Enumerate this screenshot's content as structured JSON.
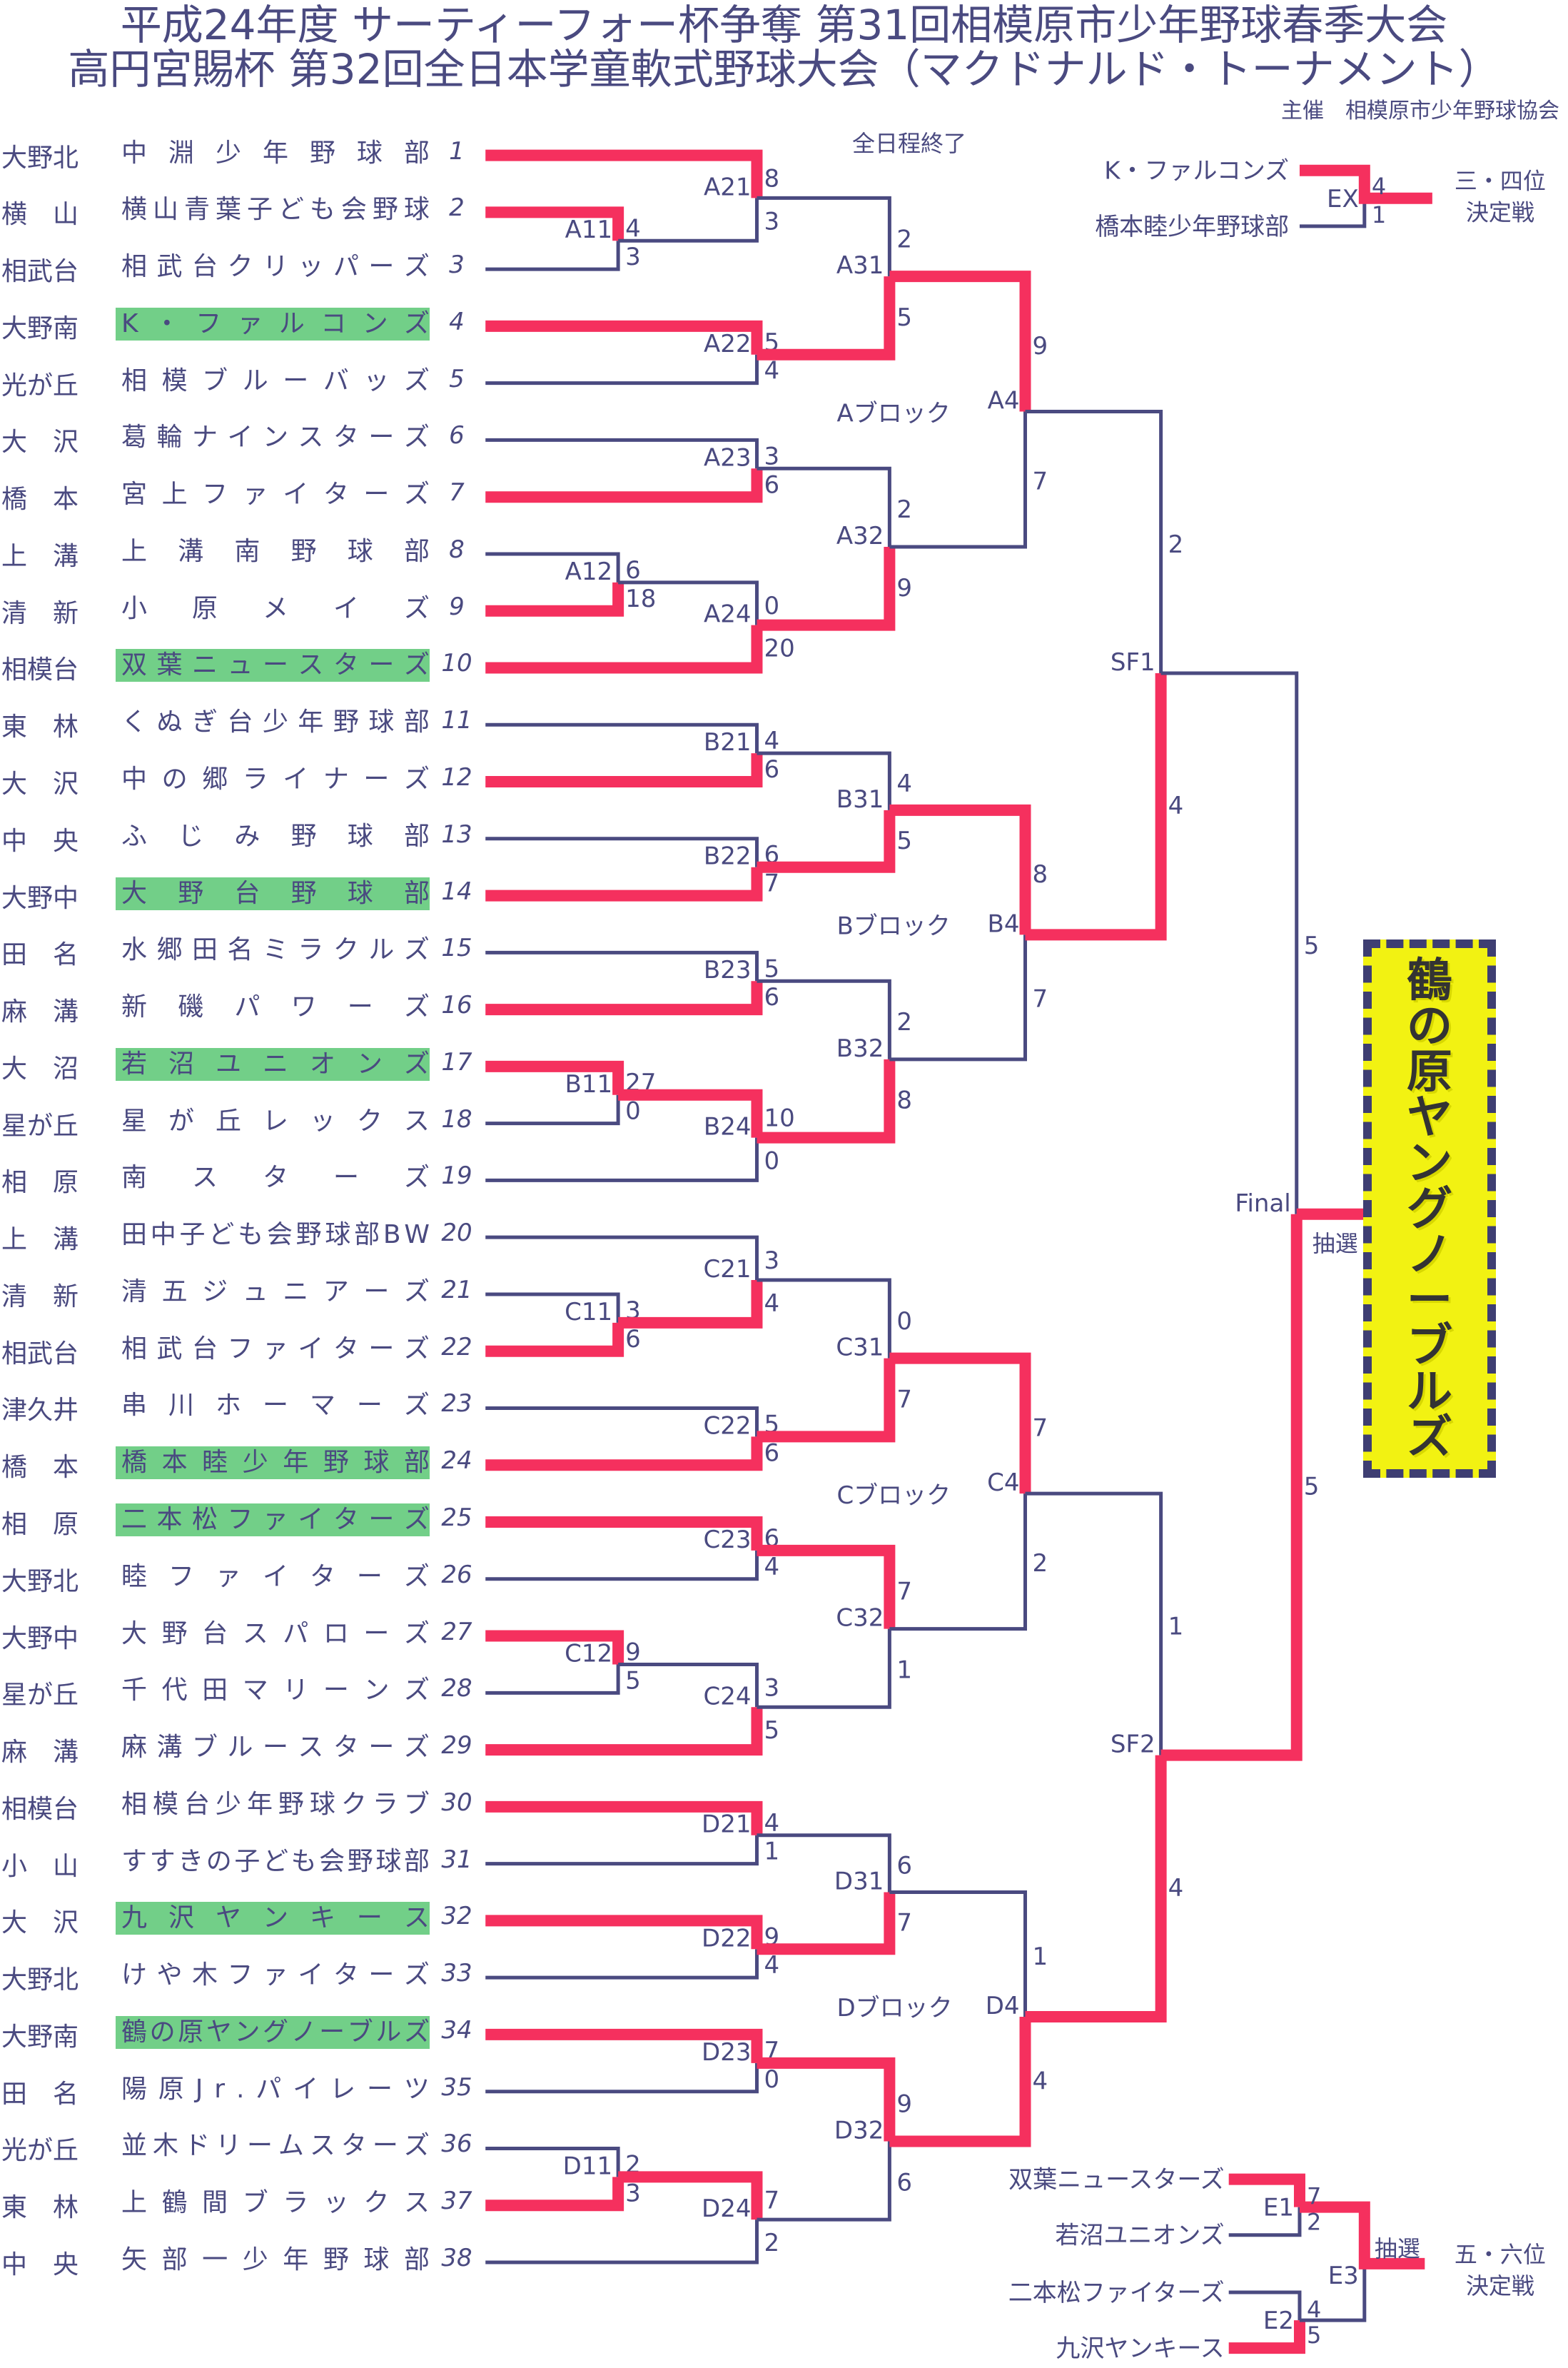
{
  "header": {
    "title_line1": "平成24年度 サーティーフォー杯争奪 第31回相模原市少年野球春季大会",
    "title_line2": "高円宮賜杯 第32回全日本学童軟式野球大会（マクドナルド・トーナメント）",
    "organizer": "主催　相模原市少年野球協会",
    "status": "全日程終了"
  },
  "colors": {
    "text": "#4a4a80",
    "winner_line": "#f5305e",
    "highlight": "#72cf88",
    "champion_box": "#f2f212",
    "champion_border": "#3e3e72"
  },
  "teams": [
    {
      "seed": "1",
      "area": "大野北",
      "name": "中淵少年野球部",
      "highlight": false
    },
    {
      "seed": "2",
      "area": "横　山",
      "name": "横山青葉子ども会野球",
      "highlight": false
    },
    {
      "seed": "3",
      "area": "相武台",
      "name": "相武台クリッパーズ",
      "highlight": false
    },
    {
      "seed": "4",
      "area": "大野南",
      "name": "K・ファルコンズ",
      "highlight": true
    },
    {
      "seed": "5",
      "area": "光が丘",
      "name": "相模ブルーバッズ",
      "highlight": false
    },
    {
      "seed": "6",
      "area": "大　沢",
      "name": "葛輪ナインスターズ",
      "highlight": false
    },
    {
      "seed": "7",
      "area": "橋　本",
      "name": "宮上ファイターズ",
      "highlight": false
    },
    {
      "seed": "8",
      "area": "上　溝",
      "name": "上溝南野球部",
      "highlight": false
    },
    {
      "seed": "9",
      "area": "清　新",
      "name": "小原メイズ",
      "highlight": false
    },
    {
      "seed": "10",
      "area": "相模台",
      "name": "双葉ニュースターズ",
      "highlight": true
    },
    {
      "seed": "11",
      "area": "東　林",
      "name": "くぬぎ台少年野球部",
      "highlight": false
    },
    {
      "seed": "12",
      "area": "大　沢",
      "name": "中の郷ライナーズ",
      "highlight": false
    },
    {
      "seed": "13",
      "area": "中　央",
      "name": "ふじみ野球部",
      "highlight": false
    },
    {
      "seed": "14",
      "area": "大野中",
      "name": "大野台野球部",
      "highlight": true
    },
    {
      "seed": "15",
      "area": "田　名",
      "name": "水郷田名ミラクルズ",
      "highlight": false
    },
    {
      "seed": "16",
      "area": "麻　溝",
      "name": "新磯パワーズ",
      "highlight": false
    },
    {
      "seed": "17",
      "area": "大　沼",
      "name": "若沼ユニオンズ",
      "highlight": true
    },
    {
      "seed": "18",
      "area": "星が丘",
      "name": "星が丘レックス",
      "highlight": false
    },
    {
      "seed": "19",
      "area": "相　原",
      "name": "南スターズ",
      "highlight": false
    },
    {
      "seed": "20",
      "area": "上　溝",
      "name": "田中子ども会野球部BW",
      "highlight": false
    },
    {
      "seed": "21",
      "area": "清　新",
      "name": "清五ジュニアーズ",
      "highlight": false
    },
    {
      "seed": "22",
      "area": "相武台",
      "name": "相武台ファイターズ",
      "highlight": false
    },
    {
      "seed": "23",
      "area": "津久井",
      "name": "串川ホーマーズ",
      "highlight": false
    },
    {
      "seed": "24",
      "area": "橋　本",
      "name": "橋本睦少年野球部",
      "highlight": true
    },
    {
      "seed": "25",
      "area": "相　原",
      "name": "二本松ファイターズ",
      "highlight": true
    },
    {
      "seed": "26",
      "area": "大野北",
      "name": "睦ファイターズ",
      "highlight": false
    },
    {
      "seed": "27",
      "area": "大野中",
      "name": "大野台スパローズ",
      "highlight": false
    },
    {
      "seed": "28",
      "area": "星が丘",
      "name": "千代田マリーンズ",
      "highlight": false
    },
    {
      "seed": "29",
      "area": "麻　溝",
      "name": "麻溝ブルースターズ",
      "highlight": false
    },
    {
      "seed": "30",
      "area": "相模台",
      "name": "相模台少年野球クラブ",
      "highlight": false
    },
    {
      "seed": "31",
      "area": "小　山",
      "name": "すすきの子ども会野球部",
      "highlight": false
    },
    {
      "seed": "32",
      "area": "大　沢",
      "name": "九沢ヤンキース",
      "highlight": true
    },
    {
      "seed": "33",
      "area": "大野北",
      "name": "けや木ファイターズ",
      "highlight": false
    },
    {
      "seed": "34",
      "area": "大野南",
      "name": "鶴の原ヤングノーブルズ",
      "highlight": true
    },
    {
      "seed": "35",
      "area": "田　名",
      "name": "陽原Jr.パイレーツ",
      "highlight": false
    },
    {
      "seed": "36",
      "area": "光が丘",
      "name": "並木ドリームスターズ",
      "highlight": false
    },
    {
      "seed": "37",
      "area": "東　林",
      "name": "上鶴間ブラックス",
      "highlight": false
    },
    {
      "seed": "38",
      "area": "中　央",
      "name": "矢部一少年野球部",
      "highlight": false
    }
  ],
  "blocks": [
    {
      "label": "Aブロック"
    },
    {
      "label": "Bブロック"
    },
    {
      "label": "Cブロック"
    },
    {
      "label": "Dブロック"
    }
  ],
  "matches": [
    {
      "id": "A11",
      "top": {
        "seed": 2
      },
      "bottom": {
        "seed": 3
      },
      "score": [
        "4",
        "3"
      ],
      "winner": "top"
    },
    {
      "id": "A12",
      "top": {
        "seed": 8
      },
      "bottom": {
        "seed": 9
      },
      "score": [
        "6",
        "18"
      ],
      "winner": "bottom"
    },
    {
      "id": "A21",
      "top": {
        "seed": 1
      },
      "bottom": {
        "match": "A11"
      },
      "score": [
        "8",
        "3"
      ],
      "winner": "top"
    },
    {
      "id": "A22",
      "top": {
        "seed": 4
      },
      "bottom": {
        "seed": 5
      },
      "score": [
        "5",
        "4"
      ],
      "winner": "top"
    },
    {
      "id": "A23",
      "top": {
        "seed": 6
      },
      "bottom": {
        "seed": 7
      },
      "score": [
        "3",
        "6"
      ],
      "winner": "bottom"
    },
    {
      "id": "A24",
      "top": {
        "match": "A12"
      },
      "bottom": {
        "seed": 10
      },
      "score": [
        "0",
        "20"
      ],
      "winner": "bottom"
    },
    {
      "id": "A31",
      "top": {
        "match": "A21"
      },
      "bottom": {
        "match": "A22"
      },
      "score": [
        "2",
        "5"
      ],
      "winner": "bottom"
    },
    {
      "id": "A32",
      "top": {
        "match": "A23"
      },
      "bottom": {
        "match": "A24"
      },
      "score": [
        "2",
        "9"
      ],
      "winner": "bottom"
    },
    {
      "id": "A4",
      "top": {
        "match": "A31"
      },
      "bottom": {
        "match": "A32"
      },
      "score": [
        "9",
        "7"
      ],
      "winner": "top"
    },
    {
      "id": "B11",
      "top": {
        "seed": 17
      },
      "bottom": {
        "seed": 18
      },
      "score": [
        "27",
        "0"
      ],
      "winner": "top"
    },
    {
      "id": "B21",
      "top": {
        "seed": 11
      },
      "bottom": {
        "seed": 12
      },
      "score": [
        "4",
        "6"
      ],
      "winner": "bottom"
    },
    {
      "id": "B22",
      "top": {
        "seed": 13
      },
      "bottom": {
        "seed": 14
      },
      "score": [
        "6",
        "7"
      ],
      "winner": "bottom"
    },
    {
      "id": "B23",
      "top": {
        "seed": 15
      },
      "bottom": {
        "seed": 16
      },
      "score": [
        "5",
        "6"
      ],
      "winner": "bottom"
    },
    {
      "id": "B24",
      "top": {
        "match": "B11"
      },
      "bottom": {
        "seed": 19
      },
      "score": [
        "10",
        "0"
      ],
      "winner": "top"
    },
    {
      "id": "B31",
      "top": {
        "match": "B21"
      },
      "bottom": {
        "match": "B22"
      },
      "score": [
        "4",
        "5"
      ],
      "winner": "bottom"
    },
    {
      "id": "B32",
      "top": {
        "match": "B23"
      },
      "bottom": {
        "match": "B24"
      },
      "score": [
        "2",
        "8"
      ],
      "winner": "bottom"
    },
    {
      "id": "B4",
      "top": {
        "match": "B31"
      },
      "bottom": {
        "match": "B32"
      },
      "score": [
        "8",
        "7"
      ],
      "winner": "top"
    },
    {
      "id": "C11",
      "top": {
        "seed": 21
      },
      "bottom": {
        "seed": 22
      },
      "score": [
        "3",
        "6"
      ],
      "winner": "bottom"
    },
    {
      "id": "C12",
      "top": {
        "seed": 27
      },
      "bottom": {
        "seed": 28
      },
      "score": [
        "9",
        "5"
      ],
      "winner": "top"
    },
    {
      "id": "C21",
      "top": {
        "seed": 20
      },
      "bottom": {
        "match": "C11"
      },
      "score": [
        "3",
        "4"
      ],
      "winner": "bottom"
    },
    {
      "id": "C22",
      "top": {
        "seed": 23
      },
      "bottom": {
        "seed": 24
      },
      "score": [
        "5",
        "6"
      ],
      "winner": "bottom"
    },
    {
      "id": "C23",
      "top": {
        "seed": 25
      },
      "bottom": {
        "seed": 26
      },
      "score": [
        "6",
        "4"
      ],
      "winner": "top"
    },
    {
      "id": "C24",
      "top": {
        "match": "C12"
      },
      "bottom": {
        "seed": 29
      },
      "score": [
        "3",
        "5"
      ],
      "winner": "bottom"
    },
    {
      "id": "C31",
      "top": {
        "match": "C21"
      },
      "bottom": {
        "match": "C22"
      },
      "score": [
        "0",
        "7"
      ],
      "winner": "bottom"
    },
    {
      "id": "C32",
      "top": {
        "match": "C23"
      },
      "bottom": {
        "match": "C24"
      },
      "score": [
        "7",
        "1"
      ],
      "winner": "top"
    },
    {
      "id": "C4",
      "top": {
        "match": "C31"
      },
      "bottom": {
        "match": "C32"
      },
      "score": [
        "7",
        "2"
      ],
      "winner": "top"
    },
    {
      "id": "D11",
      "top": {
        "seed": 36
      },
      "bottom": {
        "seed": 37
      },
      "score": [
        "2",
        "3"
      ],
      "winner": "bottom"
    },
    {
      "id": "D21",
      "top": {
        "seed": 30
      },
      "bottom": {
        "seed": 31
      },
      "score": [
        "4",
        "1"
      ],
      "winner": "top"
    },
    {
      "id": "D22",
      "top": {
        "seed": 32
      },
      "bottom": {
        "seed": 33
      },
      "score": [
        "9",
        "4"
      ],
      "winner": "top"
    },
    {
      "id": "D23",
      "top": {
        "seed": 34
      },
      "bottom": {
        "seed": 35
      },
      "score": [
        "7",
        "0"
      ],
      "winner": "top"
    },
    {
      "id": "D24",
      "top": {
        "match": "D11"
      },
      "bottom": {
        "seed": 38
      },
      "score": [
        "7",
        "2"
      ],
      "winner": "top"
    },
    {
      "id": "D31",
      "top": {
        "match": "D21"
      },
      "bottom": {
        "match": "D22"
      },
      "score": [
        "6",
        "7"
      ],
      "winner": "bottom"
    },
    {
      "id": "D32",
      "top": {
        "match": "D23"
      },
      "bottom": {
        "match": "D24"
      },
      "score": [
        "9",
        "6"
      ],
      "winner": "top"
    },
    {
      "id": "D4",
      "top": {
        "match": "D31"
      },
      "bottom": {
        "match": "D32"
      },
      "score": [
        "1",
        "4"
      ],
      "winner": "bottom"
    },
    {
      "id": "SF1",
      "top": {
        "match": "A4"
      },
      "bottom": {
        "match": "B4"
      },
      "score": [
        "2",
        "4"
      ],
      "winner": "bottom"
    },
    {
      "id": "SF2",
      "top": {
        "match": "C4"
      },
      "bottom": {
        "match": "D4"
      },
      "score": [
        "1",
        "4"
      ],
      "winner": "bottom"
    },
    {
      "id": "Final",
      "top": {
        "match": "SF1"
      },
      "bottom": {
        "match": "SF2"
      },
      "score": [
        "5",
        "5"
      ],
      "winner": "bottom",
      "note": "抽選"
    }
  ],
  "champion": {
    "name": "鶴の原ヤングノーブルズ"
  },
  "third_place": {
    "match_id": "EX",
    "teams": [
      "K・ファルコンズ",
      "橋本睦少年野球部"
    ],
    "score": [
      "4",
      "1"
    ],
    "winner": "top",
    "label_line1": "三・四位",
    "label_line2": "決定戦"
  },
  "fifth_place": {
    "teams": [
      "双葉ニュースターズ",
      "若沼ユニオンズ",
      "二本松ファイターズ",
      "九沢ヤンキース"
    ],
    "E1": {
      "score": [
        "7",
        "2"
      ],
      "winner": "top"
    },
    "E2": {
      "score": [
        "4",
        "5"
      ],
      "winner": "bottom"
    },
    "E3": {
      "note": "抽選",
      "winner": "top"
    },
    "label_line1": "五・六位",
    "label_line2": "決定戦"
  }
}
